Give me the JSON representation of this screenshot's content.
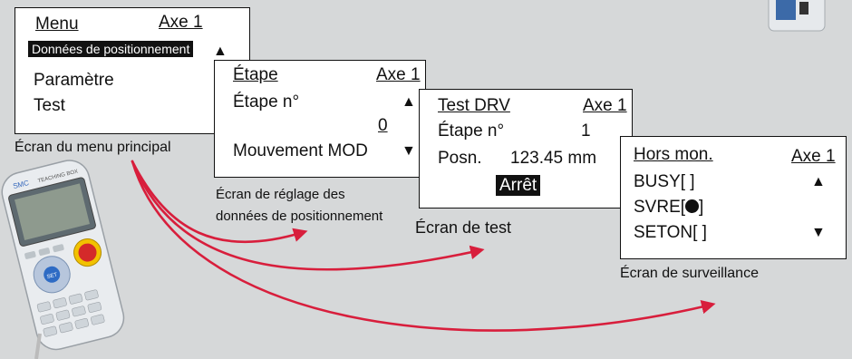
{
  "menu": {
    "title": "Menu",
    "axis": "Axe 1",
    "items": [
      "Données de positionnement",
      "Paramètre",
      "Test"
    ],
    "up_arrow": "▲",
    "down_arrow": "▼",
    "caption": "Écran du menu principal"
  },
  "step": {
    "title": "Étape",
    "axis": "Axe 1",
    "step_label": "Étape n°",
    "step_value": "0",
    "move_label": "Mouvement MOD",
    "up_arrow": "▲",
    "down_arrow": "▼",
    "caption_line1": "Écran de réglage des",
    "caption_line2": "données de positionnement"
  },
  "test": {
    "title": "Test DRV",
    "axis": "Axe 1",
    "step_label": "Étape n°",
    "step_value": "1",
    "posn_label": "Posn.",
    "posn_value": "123.45 mm",
    "stop_label": "Arrêt",
    "caption": "Écran de test"
  },
  "monitor": {
    "title": "Hors mon.",
    "axis": "Axe 1",
    "busy": "BUSY[ ]",
    "svre": "SVRE[",
    "svre_close": "]",
    "seton": "SETON[ ]",
    "up_arrow": "▲",
    "down_arrow": "▼",
    "caption": "Écran de surveillance"
  },
  "device": {
    "brand": "SMC",
    "model": "TEACHING BOX",
    "key_set": "SET"
  },
  "colors": {
    "arrow": "#d81e3c",
    "background": "#d6d8d9",
    "screen_border": "#111111"
  }
}
